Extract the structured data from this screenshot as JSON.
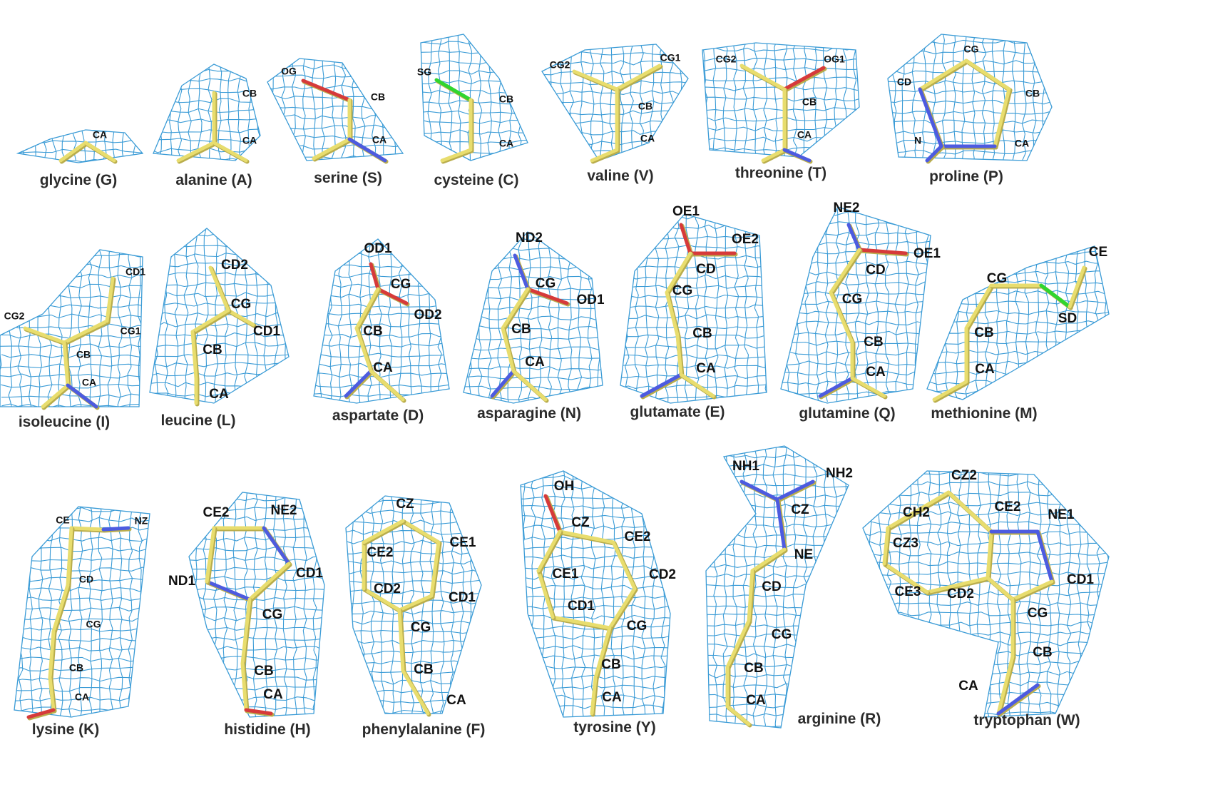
{
  "figure": {
    "colors": {
      "mesh": "#3a9bd6",
      "bond": "#e8dd6e",
      "bond_shadow": "#b9ad4c",
      "oxygen": "#d63a3a",
      "nitrogen": "#4d5be0",
      "sulfur": "#2fd62f",
      "label": "#111111",
      "caption": "#2b2b2b"
    },
    "panels": [
      {
        "name": "glycine",
        "caption": "glycine (G)",
        "atoms": [
          {
            "label": "CA"
          }
        ]
      },
      {
        "name": "alanine",
        "caption": "alanine (A)",
        "atoms": [
          {
            "label": "CB"
          },
          {
            "label": "CA"
          }
        ]
      },
      {
        "name": "serine",
        "caption": "serine (S)",
        "atoms": [
          {
            "label": "OG"
          },
          {
            "label": "CB"
          },
          {
            "label": "CA"
          }
        ]
      },
      {
        "name": "cysteine",
        "caption": "cysteine (C)",
        "atoms": [
          {
            "label": "SG"
          },
          {
            "label": "CB"
          },
          {
            "label": "CA"
          }
        ]
      },
      {
        "name": "valine",
        "caption": "valine (V)",
        "atoms": [
          {
            "label": "CG2"
          },
          {
            "label": "CG1"
          },
          {
            "label": "CB"
          },
          {
            "label": "CA"
          }
        ]
      },
      {
        "name": "threonine",
        "caption": "threonine (T)",
        "atoms": [
          {
            "label": "CG2"
          },
          {
            "label": "OG1"
          },
          {
            "label": "CB"
          },
          {
            "label": "CA"
          }
        ]
      },
      {
        "name": "proline",
        "caption": "proline (P)",
        "atoms": [
          {
            "label": "CG"
          },
          {
            "label": "CD"
          },
          {
            "label": "CB"
          },
          {
            "label": "N"
          },
          {
            "label": "CA"
          }
        ]
      },
      {
        "name": "isoleucine",
        "caption": "isoleucine (I)",
        "atoms": [
          {
            "label": "CD1"
          },
          {
            "label": "CG2"
          },
          {
            "label": "CG1"
          },
          {
            "label": "CB"
          },
          {
            "label": "CA"
          }
        ]
      },
      {
        "name": "leucine",
        "caption": "leucine (L)",
        "atoms": [
          {
            "label": "CD2"
          },
          {
            "label": "CG"
          },
          {
            "label": "CD1"
          },
          {
            "label": "CB"
          },
          {
            "label": "CA"
          }
        ]
      },
      {
        "name": "aspartate",
        "caption": "aspartate (D)",
        "atoms": [
          {
            "label": "OD1"
          },
          {
            "label": "CG"
          },
          {
            "label": "OD2"
          },
          {
            "label": "CB"
          },
          {
            "label": "CA"
          }
        ]
      },
      {
        "name": "asparagine",
        "caption": "asparagine (N)",
        "atoms": [
          {
            "label": "ND2"
          },
          {
            "label": "CG"
          },
          {
            "label": "OD1"
          },
          {
            "label": "CB"
          },
          {
            "label": "CA"
          }
        ]
      },
      {
        "name": "glutamate",
        "caption": "glutamate (E)",
        "atoms": [
          {
            "label": "OE1"
          },
          {
            "label": "OE2"
          },
          {
            "label": "CD"
          },
          {
            "label": "CG"
          },
          {
            "label": "CB"
          },
          {
            "label": "CA"
          }
        ]
      },
      {
        "name": "glutamine",
        "caption": "glutamine (Q)",
        "atoms": [
          {
            "label": "NE2"
          },
          {
            "label": "OE1"
          },
          {
            "label": "CD"
          },
          {
            "label": "CG"
          },
          {
            "label": "CB"
          },
          {
            "label": "CA"
          }
        ]
      },
      {
        "name": "methionine",
        "caption": "methionine (M)",
        "atoms": [
          {
            "label": "CE"
          },
          {
            "label": "CG"
          },
          {
            "label": "SD"
          },
          {
            "label": "CB"
          },
          {
            "label": "CA"
          }
        ]
      },
      {
        "name": "lysine",
        "caption": "lysine (K)",
        "atoms": [
          {
            "label": "CE"
          },
          {
            "label": "NZ"
          },
          {
            "label": "CD"
          },
          {
            "label": "CG"
          },
          {
            "label": "CB"
          },
          {
            "label": "CA"
          }
        ]
      },
      {
        "name": "histidine",
        "caption": "histidine (H)",
        "atoms": [
          {
            "label": "CE2"
          },
          {
            "label": "NE2"
          },
          {
            "label": "ND1"
          },
          {
            "label": "CD1"
          },
          {
            "label": "CG"
          },
          {
            "label": "CB"
          },
          {
            "label": "CA"
          }
        ]
      },
      {
        "name": "phenylalanine",
        "caption": "phenylalanine (F)",
        "atoms": [
          {
            "label": "CZ"
          },
          {
            "label": "CE2"
          },
          {
            "label": "CE1"
          },
          {
            "label": "CD2"
          },
          {
            "label": "CD1"
          },
          {
            "label": "CG"
          },
          {
            "label": "CB"
          },
          {
            "label": "CA"
          }
        ]
      },
      {
        "name": "tyrosine",
        "caption": "tyrosine (Y)",
        "atoms": [
          {
            "label": "OH"
          },
          {
            "label": "CZ"
          },
          {
            "label": "CE2"
          },
          {
            "label": "CE1"
          },
          {
            "label": "CD2"
          },
          {
            "label": "CD1"
          },
          {
            "label": "CG"
          },
          {
            "label": "CB"
          },
          {
            "label": "CA"
          }
        ]
      },
      {
        "name": "arginine",
        "caption": "arginine (R)",
        "atoms": [
          {
            "label": "NH1"
          },
          {
            "label": "NH2"
          },
          {
            "label": "CZ"
          },
          {
            "label": "NE"
          },
          {
            "label": "CD"
          },
          {
            "label": "CG"
          },
          {
            "label": "CB"
          },
          {
            "label": "CA"
          }
        ]
      },
      {
        "name": "tryptophan",
        "caption": "tryptophan (W)",
        "atoms": [
          {
            "label": "CZ2"
          },
          {
            "label": "CH2"
          },
          {
            "label": "CE2"
          },
          {
            "label": "NE1"
          },
          {
            "label": "CZ3"
          },
          {
            "label": "CE3"
          },
          {
            "label": "CD2"
          },
          {
            "label": "CD1"
          },
          {
            "label": "CG"
          },
          {
            "label": "CB"
          },
          {
            "label": "CA"
          }
        ]
      }
    ]
  }
}
